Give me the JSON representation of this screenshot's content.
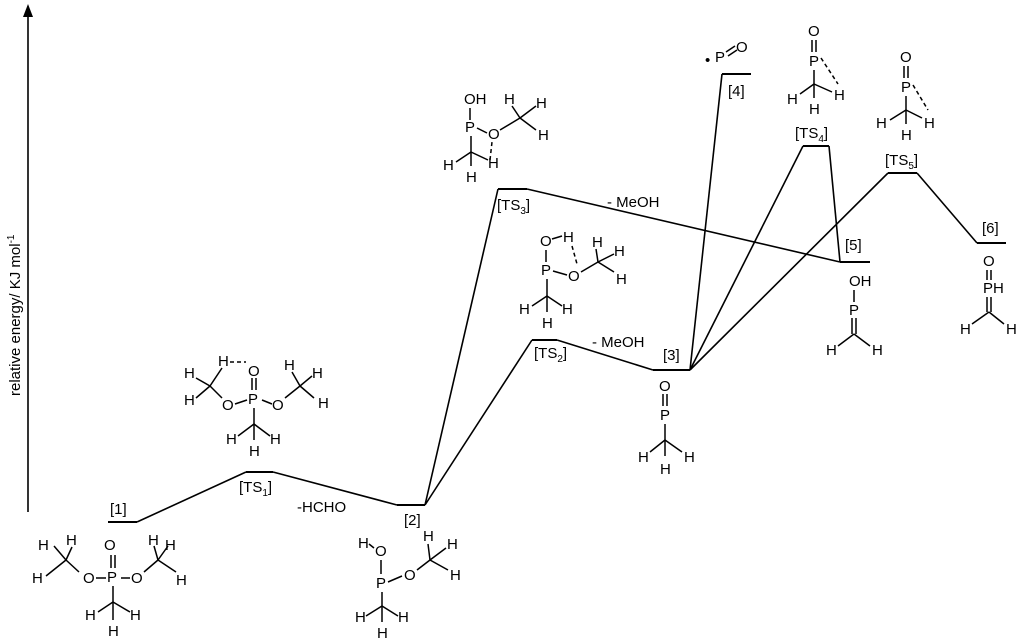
{
  "axis": {
    "ylabel": "relative energy/ KJ mol",
    "ylabel_sup": "-1"
  },
  "states": {
    "s1": "[1]",
    "s2": "[2]",
    "s3": "[3]",
    "s4": "[4]",
    "s5": "[5]",
    "s6": "[6]",
    "ts1": {
      "main": "[TS",
      "sub": "1",
      "close": "]"
    },
    "ts2": {
      "main": "[TS",
      "sub": "2",
      "close": "]"
    },
    "ts3": {
      "main": "[TS",
      "sub": "3",
      "close": "]"
    },
    "ts4": {
      "main": "[TS",
      "sub": "4",
      "close": "]"
    },
    "ts5": {
      "main": "[TS",
      "sub": "5",
      "close": "]"
    }
  },
  "annotations": {
    "loss_hcho": "-HCHO",
    "loss_meoh_ts2": "- MeOH",
    "loss_meoh_ts3": "- MeOH"
  },
  "atoms": {
    "H": "H",
    "O": "O",
    "P": "P",
    "OH": "OH",
    "PH": "PH",
    "radical": "•"
  }
}
